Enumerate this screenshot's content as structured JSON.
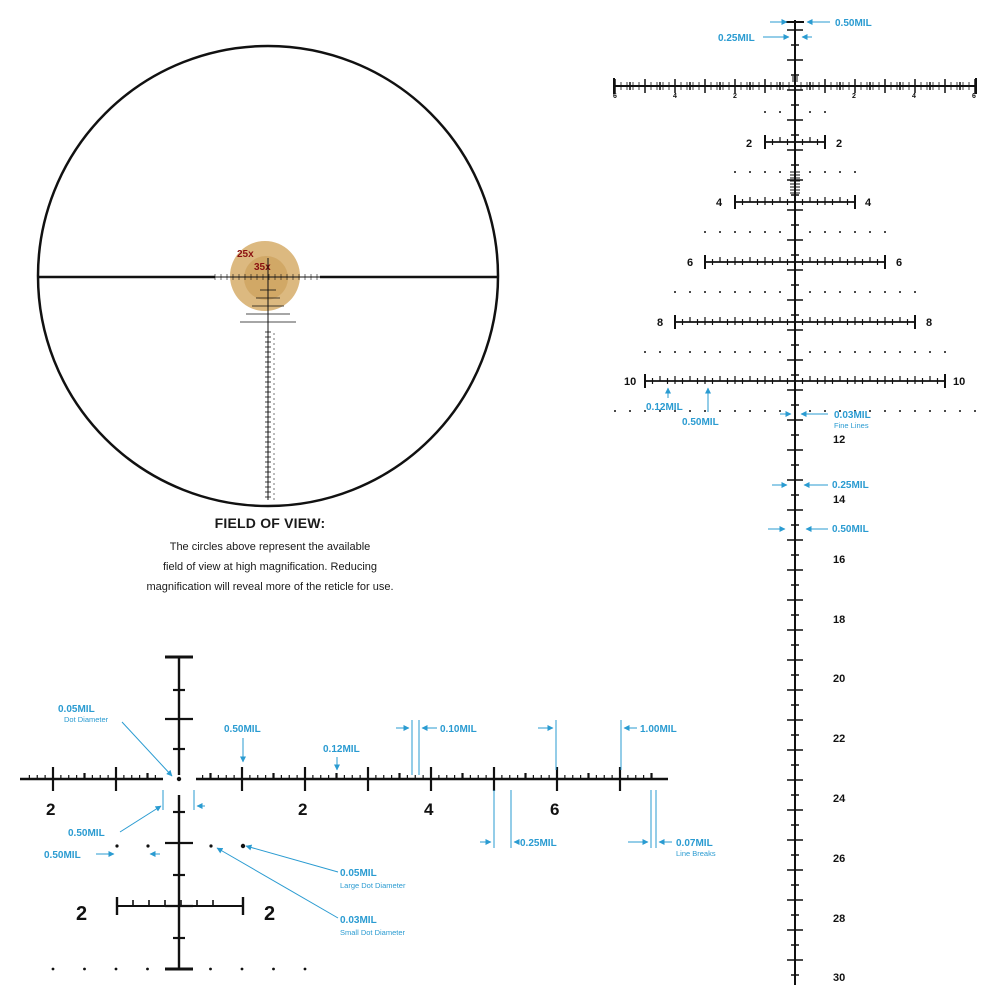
{
  "fov": {
    "title": "FIELD OF VIEW:",
    "lines": [
      "The circles above represent the available",
      "field of view at high magnification. Reducing",
      "magnification will reveal more of the reticle for use."
    ],
    "mag_outer": "25x",
    "mag_inner": "35x"
  },
  "full_reticle": {
    "top_labels": {
      "right": "0.50MIL",
      "left": "0.25MIL"
    },
    "hbar_labels": [
      "6",
      "4",
      "2",
      "2",
      "4",
      "6"
    ],
    "tree_rows": [
      "2",
      "4",
      "6",
      "8",
      "10"
    ],
    "callouts": {
      "mil_012": "0.12MIL",
      "mil_050": "0.50MIL",
      "fine_003": "0.03MIL",
      "fine_sub": "Fine Lines",
      "mil_025": "0.25MIL",
      "mil_050b": "0.50MIL"
    },
    "vertical_numbers": [
      "12",
      "14",
      "16",
      "18",
      "20",
      "22",
      "24",
      "26",
      "28",
      "30"
    ]
  },
  "detail": {
    "dot_dia": "0.05MIL",
    "dot_dia_sub": "Dot Diameter",
    "mil_050_top": "0.50MIL",
    "mil_012": "0.12MIL",
    "mil_010": "0.10MIL",
    "mil_100": "1.00MIL",
    "mil_050_mid": "0.50MIL",
    "mil_050_low": "0.50MIL",
    "mil_025": "0.25MIL",
    "line_breaks": "0.07MIL",
    "line_breaks_sub": "Line Breaks",
    "large_dot": "0.05MIL",
    "large_dot_sub": "Large Dot Diameter",
    "small_dot": "0.03MIL",
    "small_dot_sub": "Small Dot Diameter",
    "hnums": [
      "2",
      "2",
      "4",
      "6"
    ],
    "tree_left": "2",
    "tree_right": "2"
  },
  "colors": {
    "accent": "#2a9bd1",
    "ink": "#111111",
    "magnification": "#8a1010",
    "fov_fill": "#d6ad6a"
  }
}
